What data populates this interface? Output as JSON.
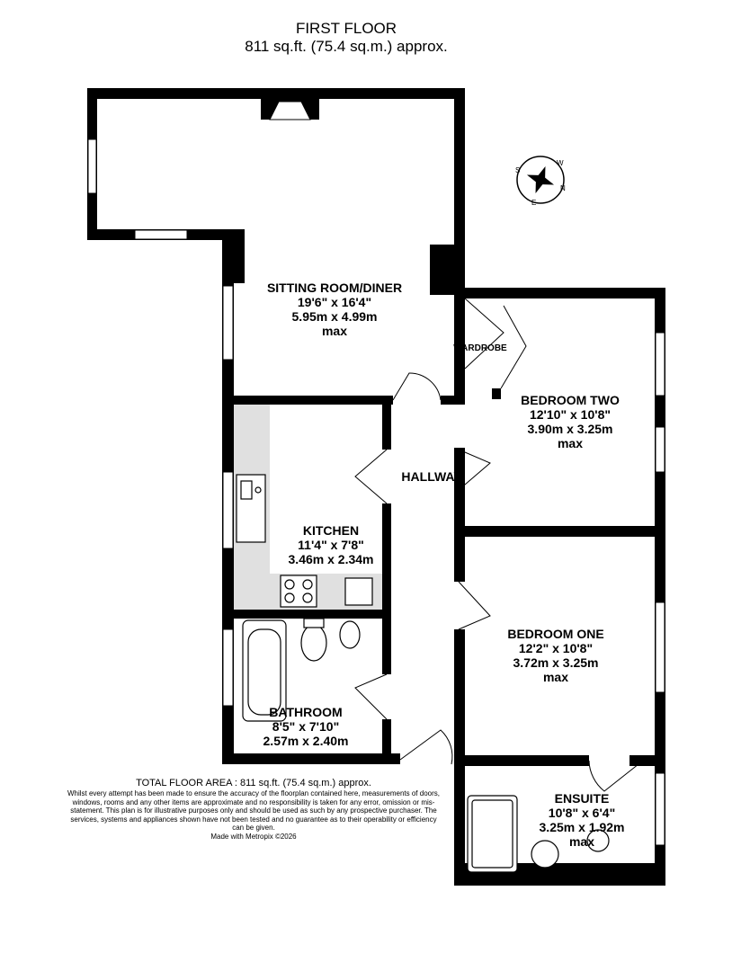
{
  "header": {
    "floor": "FIRST FLOOR",
    "area": "811 sq.ft. (75.4 sq.m.) approx."
  },
  "rooms": {
    "sitting": {
      "name": "SITTING ROOM/DINER",
      "imperial": "19'6\"  x 16'4\"",
      "metric": "5.95m  x 4.99m",
      "note": "max"
    },
    "bedroom_two": {
      "name": "BEDROOM TWO",
      "imperial": "12'10\"  x 10'8\"",
      "metric": "3.90m  x 3.25m",
      "note": "max"
    },
    "kitchen": {
      "name": "KITCHEN",
      "imperial": "11'4\"  x 7'8\"",
      "metric": "3.46m  x 2.34m"
    },
    "hallway": {
      "name": "HALLWAY"
    },
    "bedroom_one": {
      "name": "BEDROOM ONE",
      "imperial": "12'2\"  x 10'8\"",
      "metric": "3.72m  x 3.25m",
      "note": "max"
    },
    "bathroom": {
      "name": "BATHROOM",
      "imperial": "8'5\"  x 7'10\"",
      "metric": "2.57m  x 2.40m"
    },
    "ensuite": {
      "name": "ENSUITE",
      "imperial": "10'8\"  x 6'4\"",
      "metric": "3.25m  x 1.92m",
      "note": "max"
    },
    "wardrobe": {
      "name": "WARDROBE"
    }
  },
  "compass": {
    "letters": [
      "N",
      "E",
      "S",
      "W"
    ]
  },
  "footer": {
    "total": "TOTAL FLOOR AREA : 811 sq.ft. (75.4 sq.m.) approx.",
    "disclaimer": "Whilst every attempt has been made to ensure the accuracy of the floorplan contained here, measurements of doors, windows, rooms and any other items are approximate and no responsibility is taken for any error, omission or mis-statement. This plan is for illustrative purposes only and should be used as such by any prospective purchaser. The services, systems and appliances shown have not been tested and no guarantee as to their operability or efficiency can be given.",
    "credit": "Made with Metropix ©2026"
  },
  "colors": {
    "wall": "#000000",
    "counter": "#e0e0e0"
  }
}
